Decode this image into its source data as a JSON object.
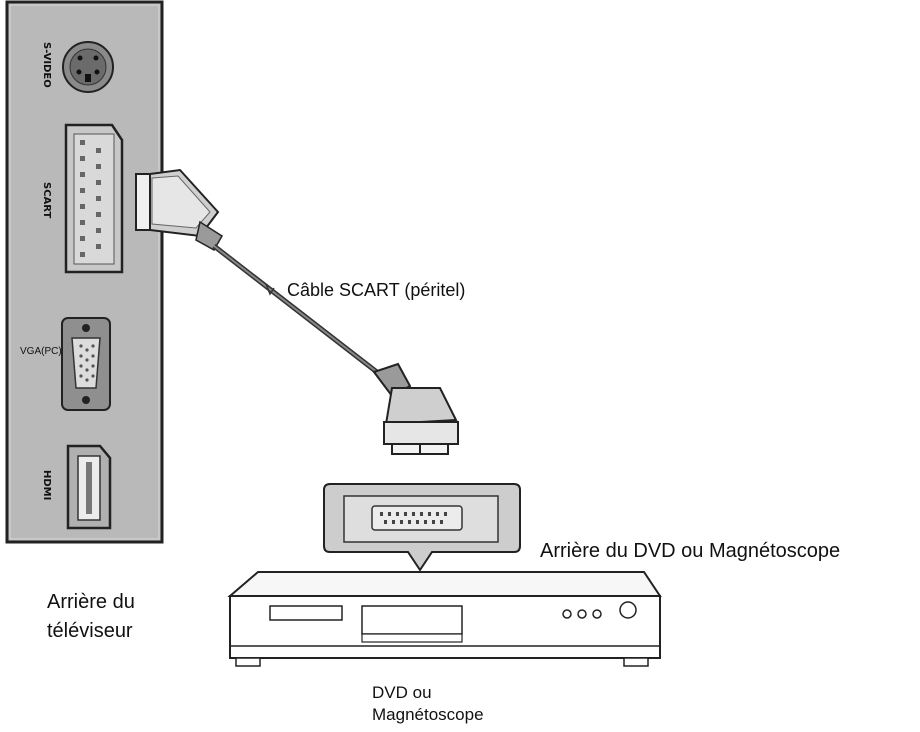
{
  "labels": {
    "cable": "Câble SCART (péritel)",
    "dvd_back": "Arrière du DVD ou Magnétoscope",
    "tv_back_line1": "Arrière du",
    "tv_back_line2": "téléviseur",
    "dvd_line1": "DVD ou",
    "dvd_line2": "Magnétoscope"
  },
  "ports": {
    "svideo": "S-VIDEO",
    "scart": "SCART",
    "vga": "VGA(PC)",
    "hdmi": "HDMI"
  }
}
